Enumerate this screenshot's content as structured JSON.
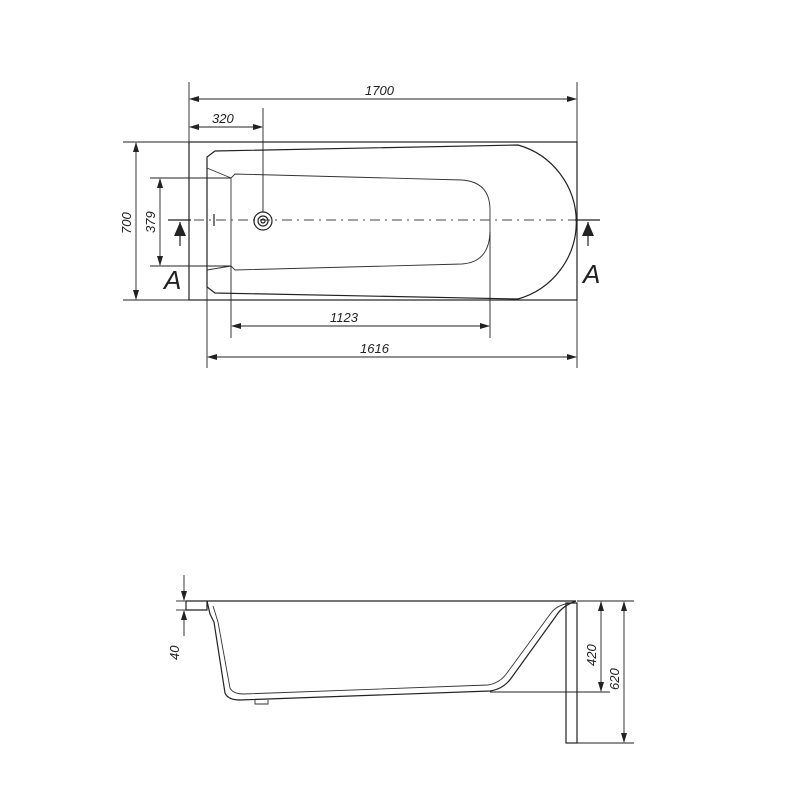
{
  "plan_view": {
    "overall_length": "1700",
    "drain_offset": "320",
    "overall_width": "700",
    "inner_width": "379",
    "bottom_length": "1123",
    "inner_length": "1616",
    "section_mark_left": "A",
    "section_mark_right": "A"
  },
  "section_view": {
    "rim_thickness": "40",
    "inner_depth": "420",
    "total_height": "620"
  }
}
